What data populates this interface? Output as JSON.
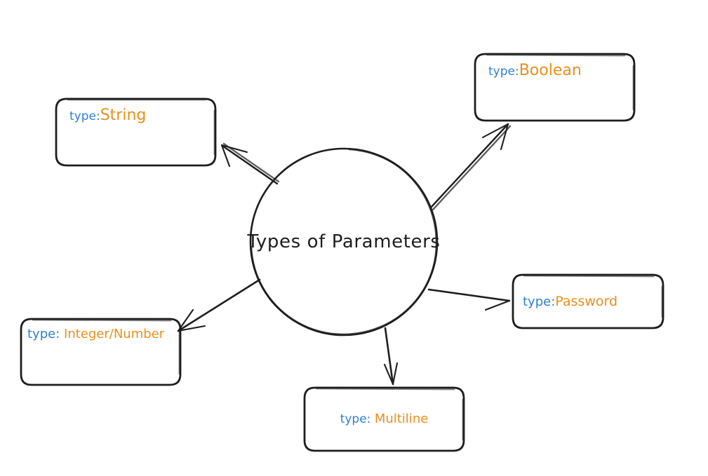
{
  "diagram": {
    "type": "mind-map",
    "background": "#ffffff",
    "stroke_color": "#1e1e1e",
    "keyword_color": "#2e7fd4",
    "value_color": "#e8901a",
    "center": {
      "shape": "ellipse",
      "label": "Types of Parameters"
    },
    "nodes": [
      {
        "id": "string",
        "shape": "rounded-rectangle",
        "keyword": "type:",
        "value": "String",
        "full_label": "type:String",
        "position": "upper-left"
      },
      {
        "id": "boolean",
        "shape": "rounded-rectangle",
        "keyword": "type:",
        "value": "Boolean",
        "full_label": "type:Boolean",
        "position": "upper-right"
      },
      {
        "id": "integer",
        "shape": "rounded-rectangle",
        "keyword": "type:",
        "value": "Integer/Number",
        "full_label": "type: Integer/Number",
        "position": "lower-left"
      },
      {
        "id": "password",
        "shape": "rounded-rectangle",
        "keyword": "type:",
        "value": "Password",
        "full_label": "type:Password",
        "position": "right"
      },
      {
        "id": "multiline",
        "shape": "rounded-rectangle",
        "keyword": "type:",
        "value": "Multiline",
        "full_label": "type: Multiline",
        "position": "bottom"
      }
    ],
    "edges": [
      {
        "from": "center",
        "to": "string",
        "style": "arrow",
        "direction": "outward"
      },
      {
        "from": "center",
        "to": "boolean",
        "style": "arrow",
        "direction": "outward"
      },
      {
        "from": "center",
        "to": "integer",
        "style": "arrow",
        "direction": "outward"
      },
      {
        "from": "center",
        "to": "password",
        "style": "arrow",
        "direction": "outward"
      },
      {
        "from": "center",
        "to": "multiline",
        "style": "arrow",
        "direction": "outward"
      }
    ]
  }
}
